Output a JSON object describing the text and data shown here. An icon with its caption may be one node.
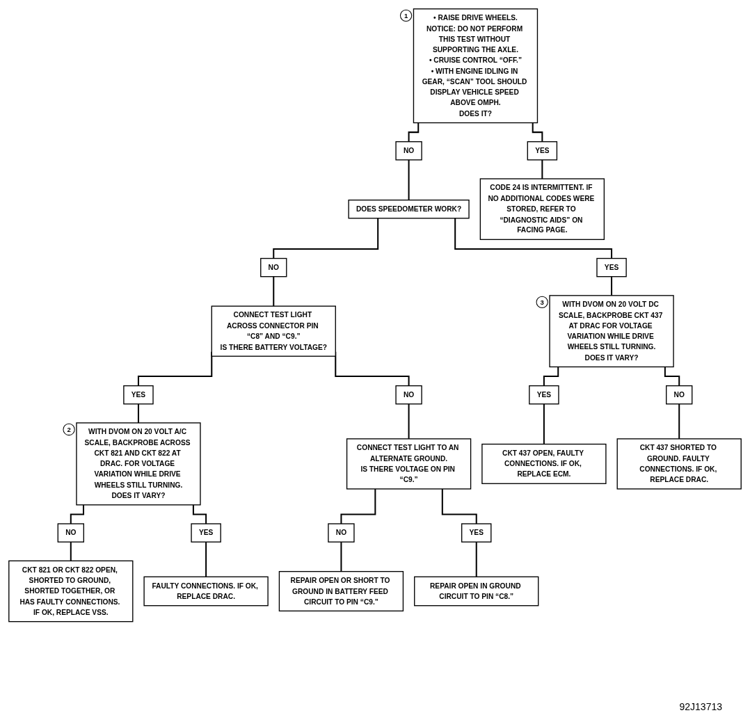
{
  "diagram": {
    "nodes": [
      {
        "text": [
          "• RAISE DRIVE WHEELS.",
          "NOTICE: DO NOT PERFORM THIS TEST WITHOUT SUPPORTING THE AXLE.",
          "• CRUISE CONTROL “OFF.”",
          "• WITH ENGINE IDLING IN GEAR, “SCAN” TOOL SHOULD DISPLAY VEHICLE SPEED ABOVE OMPH.",
          "DOES IT?"
        ],
        "beside": [
          "1"
        ]
      },
      {
        "text": [
          "NO"
        ]
      },
      {
        "text": [
          "YES"
        ]
      },
      {
        "text": [
          "DOES SPEEDOMETER WORK?"
        ]
      },
      {
        "text": [
          "CODE 24 IS INTERMITTENT. IF NO ADDITIONAL CODES WERE STORED, REFER TO “DIAGNOSTIC AIDS” ON FACING PAGE."
        ]
      },
      {
        "text": [
          "NO"
        ]
      },
      {
        "text": [
          "YES"
        ]
      },
      {
        "text": [
          "CONNECT TEST LIGHT ACROSS CONNECTOR PIN “C8” AND “C9.”",
          "IS THERE BATTERY VOLTAGE?"
        ]
      },
      {
        "text": [
          "WITH DVOM ON 20 VOLT DC SCALE, BACKPROBE CKT 437 AT DRAC FOR VOLTAGE VARIATION WHILE DRIVE WHEELS STILL TURNING.",
          "DOES IT VARY?"
        ],
        "beside": [
          "3"
        ]
      },
      {
        "text": [
          "YES"
        ]
      },
      {
        "text": [
          "NO"
        ]
      },
      {
        "text": [
          "YES"
        ]
      },
      {
        "text": [
          "NO"
        ]
      },
      {
        "text": [
          "WITH DVOM ON 20 VOLT A/C SCALE, BACKPROBE ACROSS CKT 821 AND CKT 822 AT DRAC. FOR VOLTAGE VARIATION WHILE DRIVE WHEELS STILL TURNING.",
          "DOES IT VARY?"
        ],
        "beside": [
          "2"
        ]
      },
      {
        "text": [
          "CONNECT TEST LIGHT TO AN ALTERNATE GROUND.",
          "IS THERE VOLTAGE ON PIN “C9.”"
        ]
      },
      {
        "text": [
          "CKT 437 OPEN, FAULTY CONNECTIONS. IF OK, REPLACE ECM."
        ]
      },
      {
        "text": [
          "CKT 437 SHORTED TO GROUND. FAULTY CONNECTIONS. IF OK, REPLACE DRAC."
        ]
      },
      {
        "text": [
          "NO"
        ]
      },
      {
        "text": [
          "YES"
        ]
      },
      {
        "text": [
          "NO"
        ]
      },
      {
        "text": [
          "YES"
        ]
      },
      {
        "text": [
          "CKT 821 OR CKT 822 OPEN, SHORTED TO GROUND, SHORTED TOGETHER, OR HAS FAULTY CONNECTIONS. IF OK, REPLACE VSS."
        ]
      },
      {
        "text": [
          "FAULTY CONNECTIONS. IF OK, REPLACE DRAC."
        ]
      },
      {
        "text": [
          "REPAIR OPEN OR SHORT TO GROUND IN BATTERY FEED CIRCUIT TO PIN “C9.”"
        ]
      },
      {
        "text": [
          "REPAIR OPEN IN GROUND CIRCUIT TO PIN “C8.”"
        ]
      }
    ],
    "edges": [
      {
        "from": 0,
        "to": 1,
        "arrow": "none"
      },
      {
        "from": 0,
        "to": 2,
        "arrow": "none"
      },
      {
        "from": 1,
        "to": 3,
        "arrow": "none"
      },
      {
        "from": 2,
        "to": 4,
        "arrow": "none"
      },
      {
        "from": 3,
        "to": 5,
        "arrow": "none"
      },
      {
        "from": 3,
        "to": 6,
        "arrow": "none"
      },
      {
        "from": 5,
        "to": 7,
        "arrow": "none"
      },
      {
        "from": 6,
        "to": 8,
        "arrow": "none"
      },
      {
        "from": 7,
        "to": 9,
        "arrow": "none"
      },
      {
        "from": 7,
        "to": 10,
        "arrow": "none"
      },
      {
        "from": 8,
        "to": 11,
        "arrow": "none"
      },
      {
        "from": 8,
        "to": 12,
        "arrow": "none"
      },
      {
        "from": 9,
        "to": 13,
        "arrow": "none"
      },
      {
        "from": 10,
        "to": 14,
        "arrow": "none"
      },
      {
        "from": 11,
        "to": 15,
        "arrow": "none"
      },
      {
        "from": 12,
        "to": 16,
        "arrow": "none"
      },
      {
        "from": 13,
        "to": 17,
        "arrow": "none"
      },
      {
        "from": 13,
        "to": 18,
        "arrow": "none"
      },
      {
        "from": 14,
        "to": 19,
        "arrow": "none"
      },
      {
        "from": 14,
        "to": 20,
        "arrow": "none"
      },
      {
        "from": 17,
        "to": 21,
        "arrow": "none"
      },
      {
        "from": 18,
        "to": 22,
        "arrow": "none"
      },
      {
        "from": 19,
        "to": 23,
        "arrow": "none"
      },
      {
        "from": 20,
        "to": 24,
        "arrow": "none"
      }
    ],
    "labels": [
      "92J13713"
    ]
  }
}
